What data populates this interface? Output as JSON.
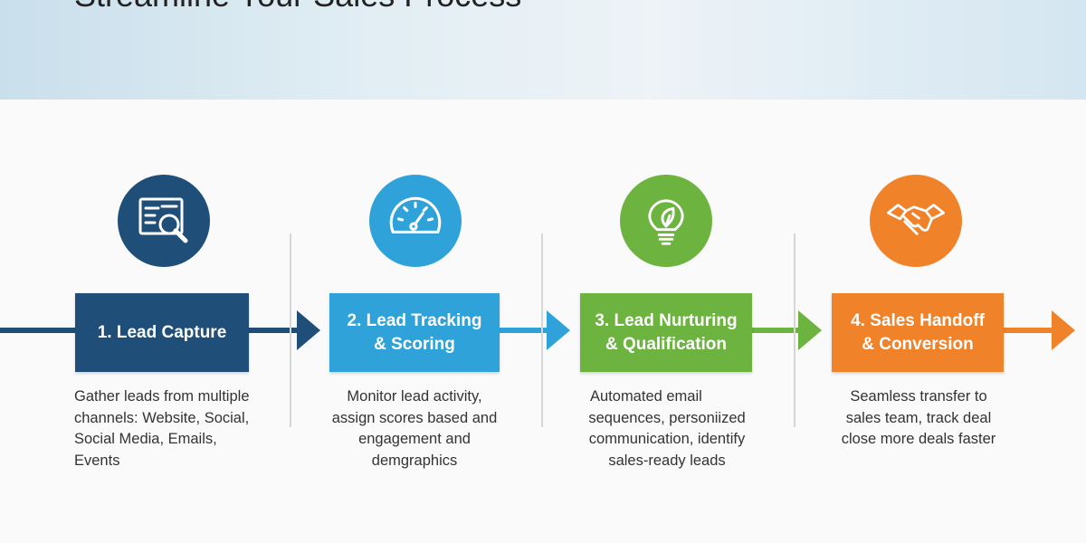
{
  "title": "Streamline Your Sales Process",
  "colors": {
    "navy": "#1f4e79",
    "blue": "#2fa3d9",
    "green": "#6cb33f",
    "orange": "#f0822a"
  },
  "steps": [
    {
      "label_line1": "1. Lead Capture",
      "label_line2": "",
      "icon": "document-search-icon",
      "description": [
        "Gather leads from multiple",
        "channels: Website, Social,",
        "Social Media, Emails,",
        "Events"
      ]
    },
    {
      "label_line1": "2. Lead Tracking",
      "label_line2": "& Scoring",
      "icon": "speedometer-icon",
      "description": [
        "Monitor lead activity,",
        "assign scores based and",
        "engagement and",
        "demgraphics"
      ]
    },
    {
      "label_line1": "3. Lead Nurturing",
      "label_line2": "& Qualification",
      "icon": "lightbulb-leaf-icon",
      "description": [
        "Automated email",
        "sequences, personiized",
        "communication, identify",
        "sales-ready leads"
      ]
    },
    {
      "label_line1": "4. Sales Handoff",
      "label_line2": "& Conversion",
      "icon": "handshake-icon",
      "description": [
        "Seamless transfer to",
        "sales team, track deal",
        "close more deals faster"
      ]
    }
  ]
}
